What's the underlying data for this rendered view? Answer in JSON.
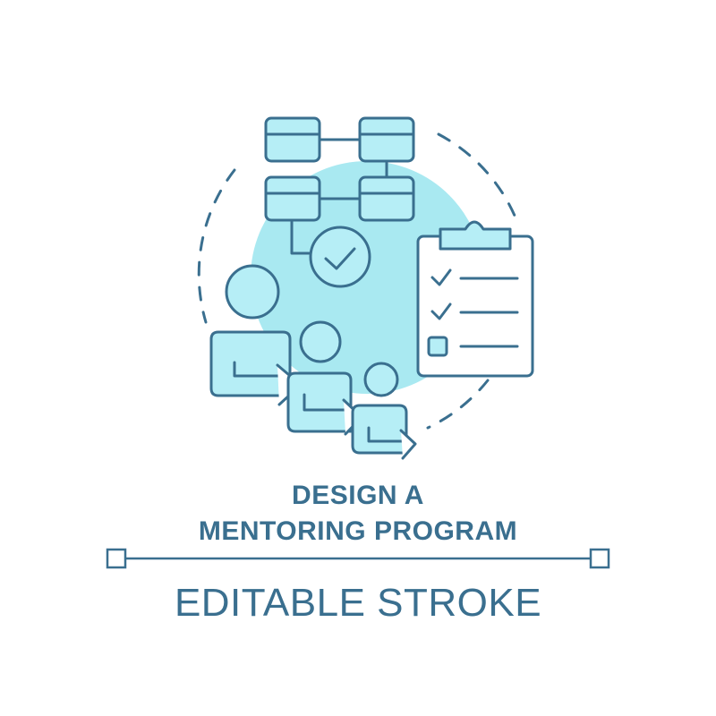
{
  "title": {
    "line1": "DESIGN A",
    "line2": "MENTORING PROGRAM"
  },
  "caption": "EDITABLE STROKE",
  "icons": [
    "flowchart-icon",
    "checkmark-badge-icon",
    "clipboard-checklist-icon",
    "mentoring-people-icon"
  ],
  "colors": {
    "stroke": "#3a6f8f",
    "fill": "#b6eef6",
    "blob": "#a9e9f1",
    "text": "#3a6f8f",
    "background": "#ffffff"
  }
}
